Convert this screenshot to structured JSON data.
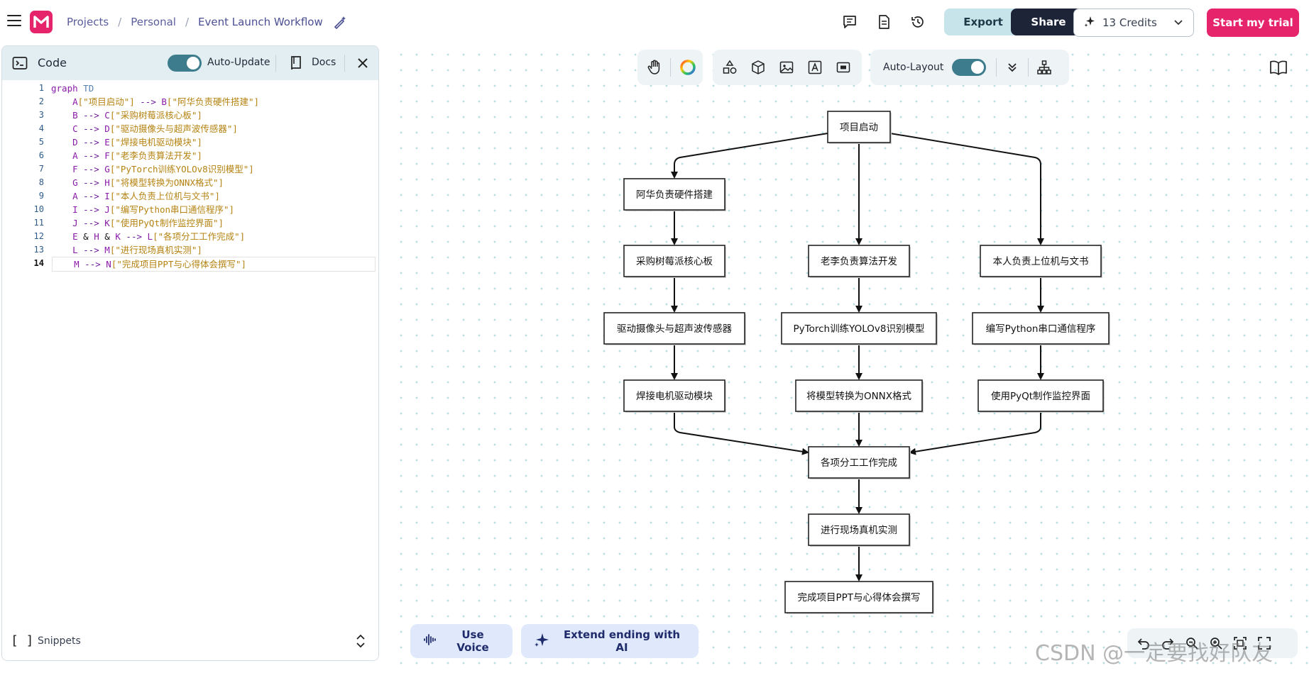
{
  "breadcrumb": {
    "projects": "Projects",
    "personal": "Personal",
    "current": "Event Launch Workflow"
  },
  "header": {
    "export_label": "Export",
    "share_label": "Share",
    "credits_label": "13 Credits",
    "trial_label": "Start my trial"
  },
  "code_panel": {
    "title": "Code",
    "auto_update_label": "Auto-Update",
    "docs_label": "Docs",
    "snippets_label": "Snippets",
    "lines": [
      {
        "n": "1",
        "parts": [
          [
            "kw",
            "graph"
          ],
          [
            "plain",
            " "
          ],
          [
            "dir",
            "TD"
          ]
        ]
      },
      {
        "n": "2",
        "parts": [
          [
            "plain",
            "    "
          ],
          [
            "ident",
            "A"
          ],
          [
            "str",
            "[\"项目启动\"]"
          ],
          [
            "plain",
            " "
          ],
          [
            "arr",
            "-->"
          ],
          [
            "plain",
            " "
          ],
          [
            "ident",
            "B"
          ],
          [
            "str",
            "[\"阿华负责硬件搭建\"]"
          ]
        ]
      },
      {
        "n": "3",
        "parts": [
          [
            "plain",
            "    "
          ],
          [
            "ident",
            "B"
          ],
          [
            "plain",
            " "
          ],
          [
            "arr",
            "-->"
          ],
          [
            "plain",
            " "
          ],
          [
            "ident",
            "C"
          ],
          [
            "str",
            "[\"采购树莓派核心板\"]"
          ]
        ]
      },
      {
        "n": "4",
        "parts": [
          [
            "plain",
            "    "
          ],
          [
            "ident",
            "C"
          ],
          [
            "plain",
            " "
          ],
          [
            "arr",
            "-->"
          ],
          [
            "plain",
            " "
          ],
          [
            "ident",
            "D"
          ],
          [
            "str",
            "[\"驱动摄像头与超声波传感器\"]"
          ]
        ]
      },
      {
        "n": "5",
        "parts": [
          [
            "plain",
            "    "
          ],
          [
            "ident",
            "D"
          ],
          [
            "plain",
            " "
          ],
          [
            "arr",
            "-->"
          ],
          [
            "plain",
            " "
          ],
          [
            "ident",
            "E"
          ],
          [
            "str",
            "[\"焊接电机驱动模块\"]"
          ]
        ]
      },
      {
        "n": "6",
        "parts": [
          [
            "plain",
            "    "
          ],
          [
            "ident",
            "A"
          ],
          [
            "plain",
            " "
          ],
          [
            "arr",
            "-->"
          ],
          [
            "plain",
            " "
          ],
          [
            "ident",
            "F"
          ],
          [
            "str",
            "[\"老李负责算法开发\"]"
          ]
        ]
      },
      {
        "n": "7",
        "parts": [
          [
            "plain",
            "    "
          ],
          [
            "ident",
            "F"
          ],
          [
            "plain",
            " "
          ],
          [
            "arr",
            "-->"
          ],
          [
            "plain",
            " "
          ],
          [
            "ident",
            "G"
          ],
          [
            "str",
            "[\"PyTorch训练YOLOv8识别模型\"]"
          ]
        ]
      },
      {
        "n": "8",
        "parts": [
          [
            "plain",
            "    "
          ],
          [
            "ident",
            "G"
          ],
          [
            "plain",
            " "
          ],
          [
            "arr",
            "-->"
          ],
          [
            "plain",
            " "
          ],
          [
            "ident",
            "H"
          ],
          [
            "str",
            "[\"将模型转换为ONNX格式\"]"
          ]
        ]
      },
      {
        "n": "9",
        "parts": [
          [
            "plain",
            "    "
          ],
          [
            "ident",
            "A"
          ],
          [
            "plain",
            " "
          ],
          [
            "arr",
            "-->"
          ],
          [
            "plain",
            " "
          ],
          [
            "ident",
            "I"
          ],
          [
            "str",
            "[\"本人负责上位机与文书\"]"
          ]
        ]
      },
      {
        "n": "10",
        "parts": [
          [
            "plain",
            "    "
          ],
          [
            "ident",
            "I"
          ],
          [
            "plain",
            " "
          ],
          [
            "arr",
            "-->"
          ],
          [
            "plain",
            " "
          ],
          [
            "ident",
            "J"
          ],
          [
            "str",
            "[\"编写Python串口通信程序\"]"
          ]
        ]
      },
      {
        "n": "11",
        "parts": [
          [
            "plain",
            "    "
          ],
          [
            "ident",
            "J"
          ],
          [
            "plain",
            " "
          ],
          [
            "arr",
            "-->"
          ],
          [
            "plain",
            " "
          ],
          [
            "ident",
            "K"
          ],
          [
            "str",
            "[\"使用PyQt制作监控界面\"]"
          ]
        ]
      },
      {
        "n": "12",
        "parts": [
          [
            "plain",
            "    "
          ],
          [
            "ident",
            "E"
          ],
          [
            "plain",
            " "
          ],
          [
            "amp",
            "&"
          ],
          [
            "plain",
            " "
          ],
          [
            "ident",
            "H"
          ],
          [
            "plain",
            " "
          ],
          [
            "amp",
            "&"
          ],
          [
            "plain",
            " "
          ],
          [
            "ident",
            "K"
          ],
          [
            "plain",
            " "
          ],
          [
            "arr",
            "-->"
          ],
          [
            "plain",
            " "
          ],
          [
            "ident",
            "L"
          ],
          [
            "str",
            "[\"各项分工工作完成\"]"
          ]
        ]
      },
      {
        "n": "13",
        "parts": [
          [
            "plain",
            "    "
          ],
          [
            "ident",
            "L"
          ],
          [
            "plain",
            " "
          ],
          [
            "arr",
            "-->"
          ],
          [
            "plain",
            " "
          ],
          [
            "ident",
            "M"
          ],
          [
            "str",
            "[\"进行现场真机实测\"]"
          ]
        ]
      },
      {
        "n": "14",
        "parts": [
          [
            "plain",
            "    "
          ],
          [
            "ident",
            "M"
          ],
          [
            "plain",
            " "
          ],
          [
            "arr",
            "-->"
          ],
          [
            "plain",
            " "
          ],
          [
            "ident",
            "N"
          ],
          [
            "str",
            "[\"完成项目PPT与心得体会撰写\"]"
          ]
        ]
      }
    ]
  },
  "canvas": {
    "auto_layout_label": "Auto-Layout",
    "nodes": {
      "A": "项目启动",
      "B": "阿华负责硬件搭建",
      "C": "采购树莓派核心板",
      "D": "驱动摄像头与超声波传感器",
      "E": "焊接电机驱动模块",
      "F": "老李负责算法开发",
      "G": "PyTorch训练YOLOv8识别模型",
      "H": "将模型转换为ONNX格式",
      "I": "本人负责上位机与文书",
      "J": "编写Python串口通信程序",
      "K": "使用PyQt制作监控界面",
      "L": "各项分工工作完成",
      "M": "进行现场真机实测",
      "N": "完成项目PPT与心得体会撰写"
    }
  },
  "bottom": {
    "voice_label": "Use Voice",
    "extend_label": "Extend ending with AI"
  },
  "watermark": "CSDN @一定要找好队友",
  "colors": {
    "brand": "#e6246b",
    "share_bg": "#1e2438",
    "export_bg": "#c6e4e9",
    "toggle": "#3d7c8c"
  }
}
